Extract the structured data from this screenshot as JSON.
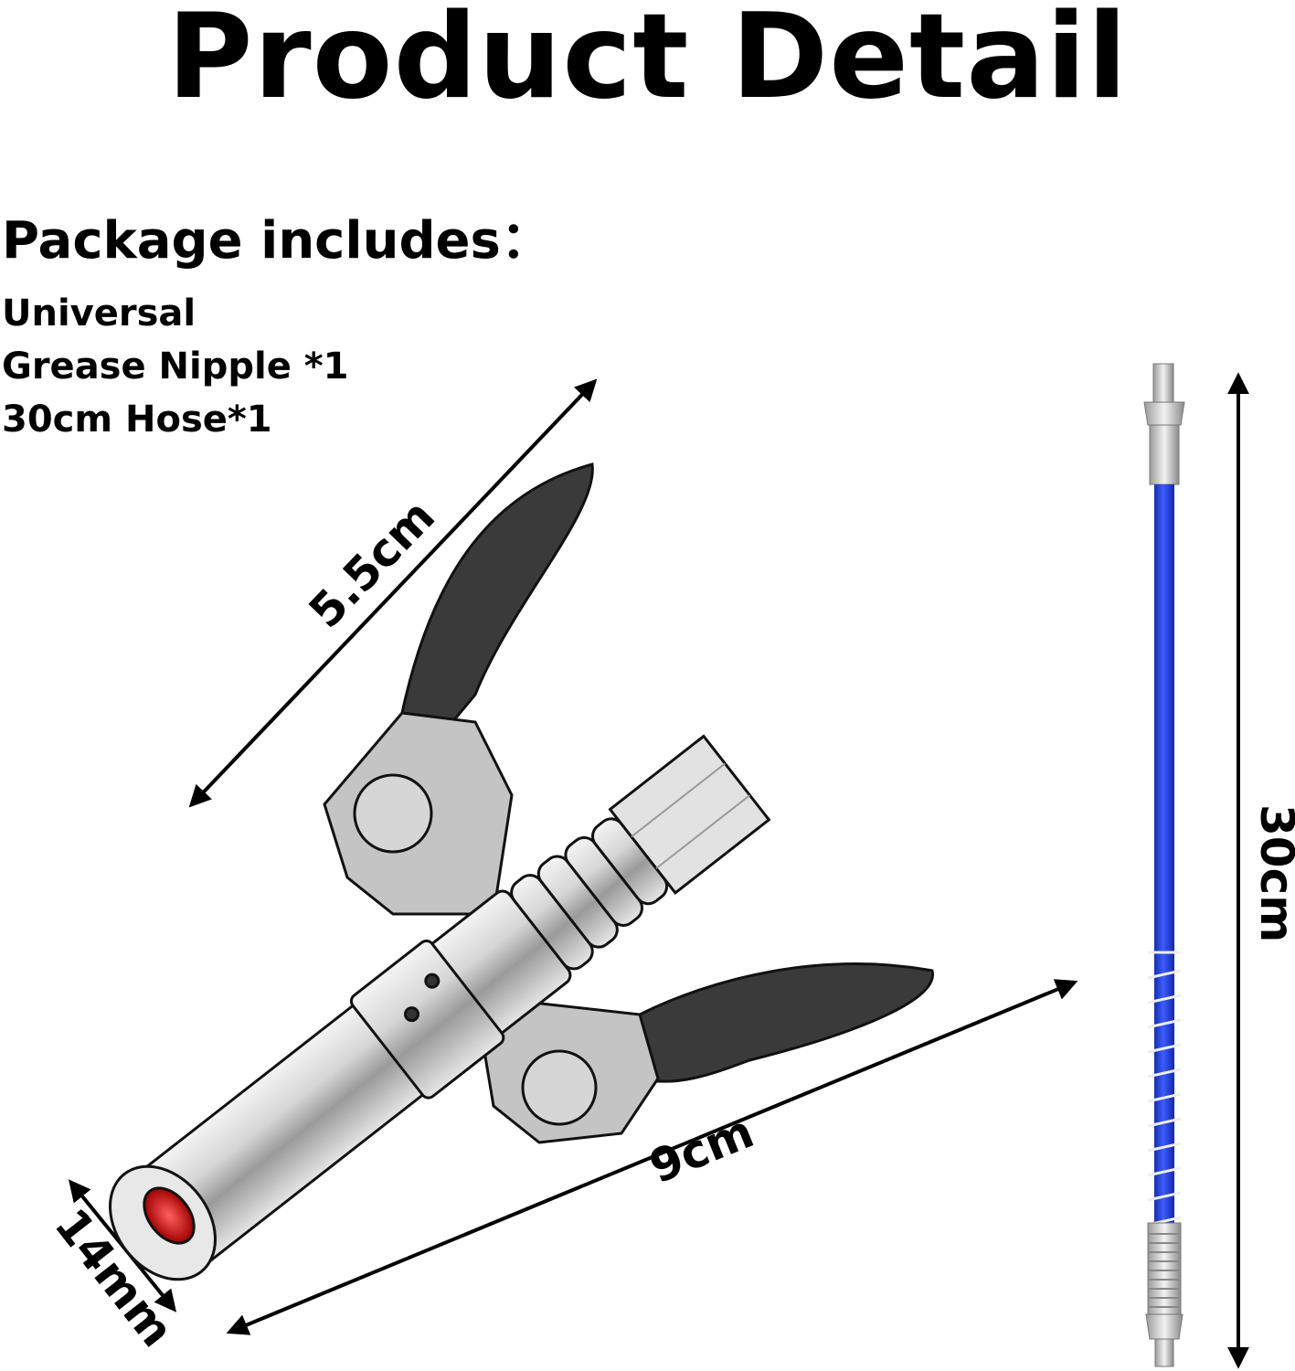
{
  "title": "Product Detail",
  "package": {
    "heading": "Package includes：",
    "items": [
      "Universal",
      "Grease Nipple *1",
      "30cm Hose*1"
    ]
  },
  "dimensions": {
    "lever_length": "5.5cm",
    "body_length": "9cm",
    "nozzle_diameter": "14mm",
    "hose_length": "30cm"
  },
  "colors": {
    "hose": "#1f3fd0",
    "metal": "#c8c8c8",
    "lever": "#3a3a3a",
    "seal": "#d01818"
  }
}
